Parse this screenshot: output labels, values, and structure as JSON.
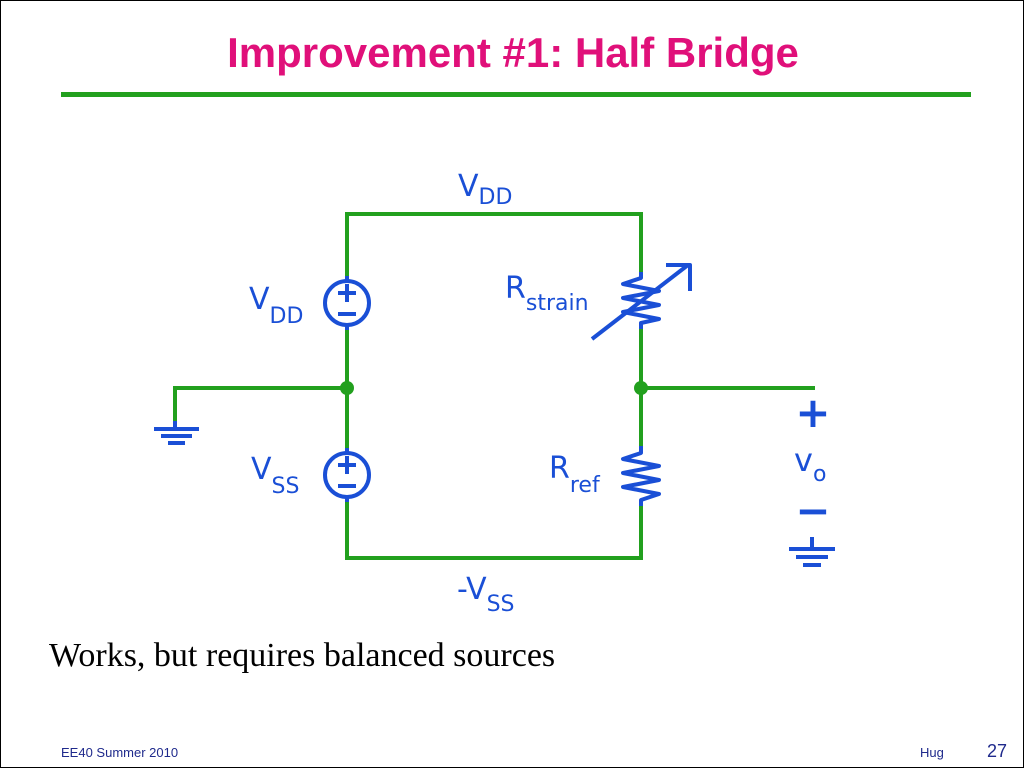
{
  "slide": {
    "title": "Improvement #1: Half Bridge",
    "caption": "Works, but requires balanced sources",
    "footer_left": "EE40 Summer 2010",
    "footer_author": "Hug",
    "page_number": "27"
  },
  "circuit": {
    "top_node": {
      "main": "V",
      "sub": "DD"
    },
    "bottom_node": {
      "main": "-V",
      "sub": "SS"
    },
    "source_top": {
      "main": "V",
      "sub": "DD",
      "plus": "+",
      "minus": "−"
    },
    "source_bottom": {
      "main": "V",
      "sub": "SS",
      "plus": "+",
      "minus": "−"
    },
    "resistor_strain": {
      "main": "R",
      "sub": "strain"
    },
    "resistor_ref": {
      "main": "R",
      "sub": "ref"
    },
    "output": {
      "plus": "+",
      "main": "v",
      "sub": "o",
      "minus": "−"
    }
  },
  "colors": {
    "title": "#e0107a",
    "wire": "#22a01e",
    "component": "#1a4fd6",
    "footer": "#1f2a8c"
  },
  "icons": [
    "ground-icon",
    "voltage-source-icon",
    "variable-resistor-icon",
    "resistor-icon",
    "junction-dot-icon"
  ]
}
